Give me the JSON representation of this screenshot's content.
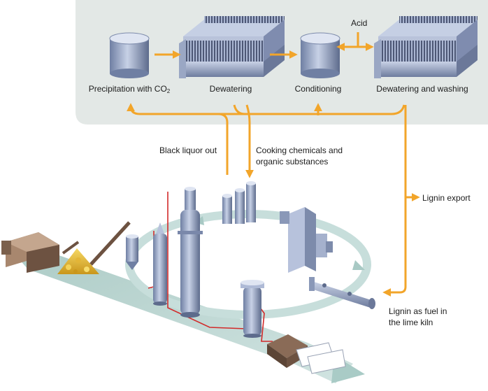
{
  "process_steps": {
    "precipitation_prefix": "Precipitation with CO",
    "precipitation_subscript": "2",
    "dewatering": "Dewatering",
    "conditioning": "Conditioning",
    "dewatering_washing": "Dewatering and washing"
  },
  "inputs": {
    "acid": "Acid"
  },
  "flows": {
    "black_liquor_out": "Black liquor out",
    "cooking_chemicals_line1": "Cooking chemicals and",
    "cooking_chemicals_line2": "organic substances",
    "lignin_export": "Lignin export",
    "lignin_fuel_line1": "Lignin as fuel in",
    "lignin_fuel_line2": "the lime kiln"
  },
  "colors": {
    "process_panel": "#e3e8e6",
    "flow_arrow": "#f2a52a",
    "equipment": "#97a7c7",
    "chemical_line": "#d22a2a",
    "loop_ring": "#c7dedb"
  }
}
